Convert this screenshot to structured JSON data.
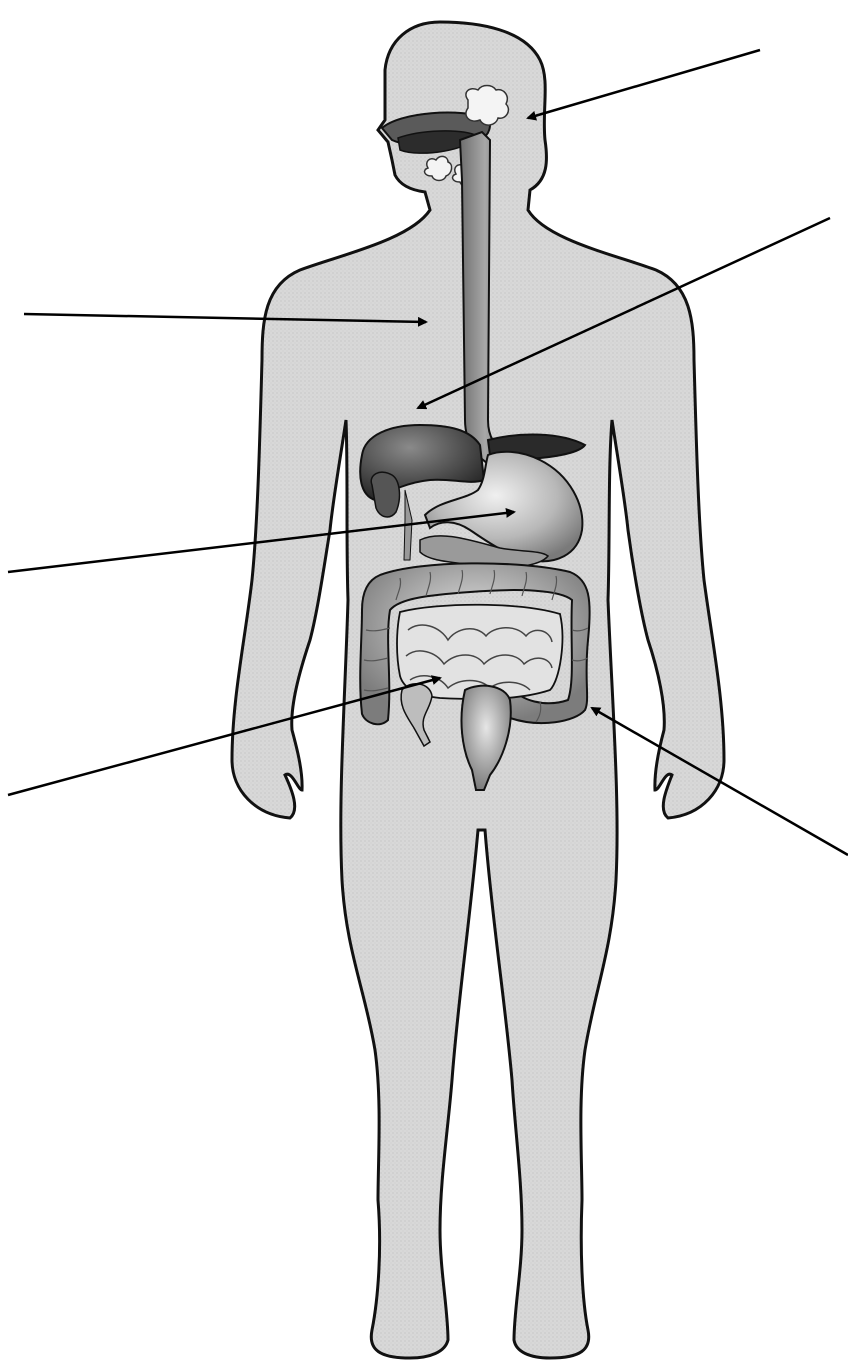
{
  "diagram": {
    "labels": [],
    "colors": {
      "body_fill": "#d9d9d9",
      "outline": "#111111",
      "organ_dark": "#3a3a3a",
      "organ_mid": "#8c8c8c",
      "organ_light": "#bdbdbd",
      "gland_white": "#f4f4f4",
      "leader_line": "#000000"
    },
    "icons": [
      "human-body-outline",
      "salivary-gland",
      "esophagus",
      "liver",
      "stomach",
      "gallbladder",
      "pancreas",
      "small-intestine",
      "large-intestine",
      "rectum"
    ]
  }
}
